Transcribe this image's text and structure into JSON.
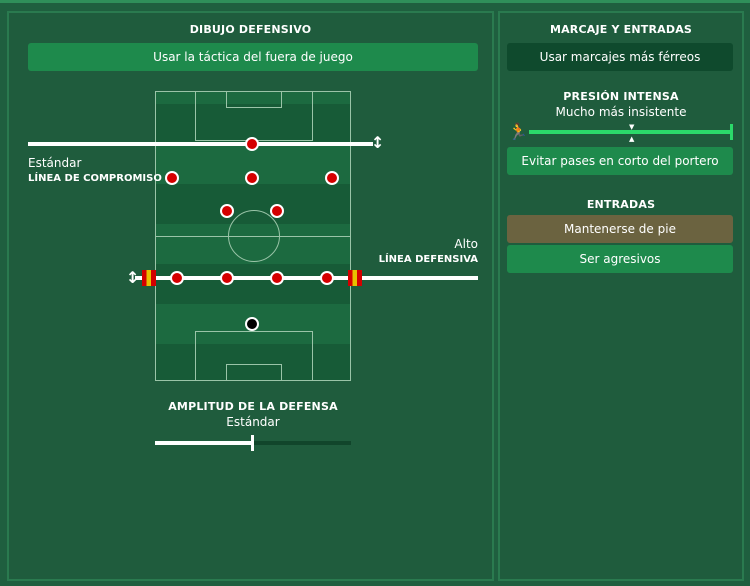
{
  "left_panel": {
    "title": "DIBUJO DEFENSIVO",
    "offside_button": "Usar la táctica del fuera de juego",
    "compromise_value": "Estándar",
    "compromise_label": "LÍNEA DE COMPROMISO",
    "defensive_value": "Alto",
    "defensive_label": "LÍNEA DEFENSIVA",
    "width_title": "AMPLITUD DE LA DEFENSA",
    "width_value": "Estándar",
    "width_level": 0.5
  },
  "right_panel": {
    "title": "MARCAJE Y ENTRADAS",
    "marking_button": "Usar marcajes más férreos",
    "pressing_title": "PRESIÓN INTENSA",
    "pressing_value": "Mucho más insistente",
    "pressing_level": 1.0,
    "gk_pass_button": "Evitar pases en corto del portero",
    "tackling_title": "ENTRADAS",
    "tackle_stay_button": "Mantenerse de pie",
    "tackle_aggressive_button": "Ser agresivos"
  },
  "colors": {
    "accent": "#1e8a4c",
    "player": "#d40000",
    "goalkeeper": "#000000"
  }
}
